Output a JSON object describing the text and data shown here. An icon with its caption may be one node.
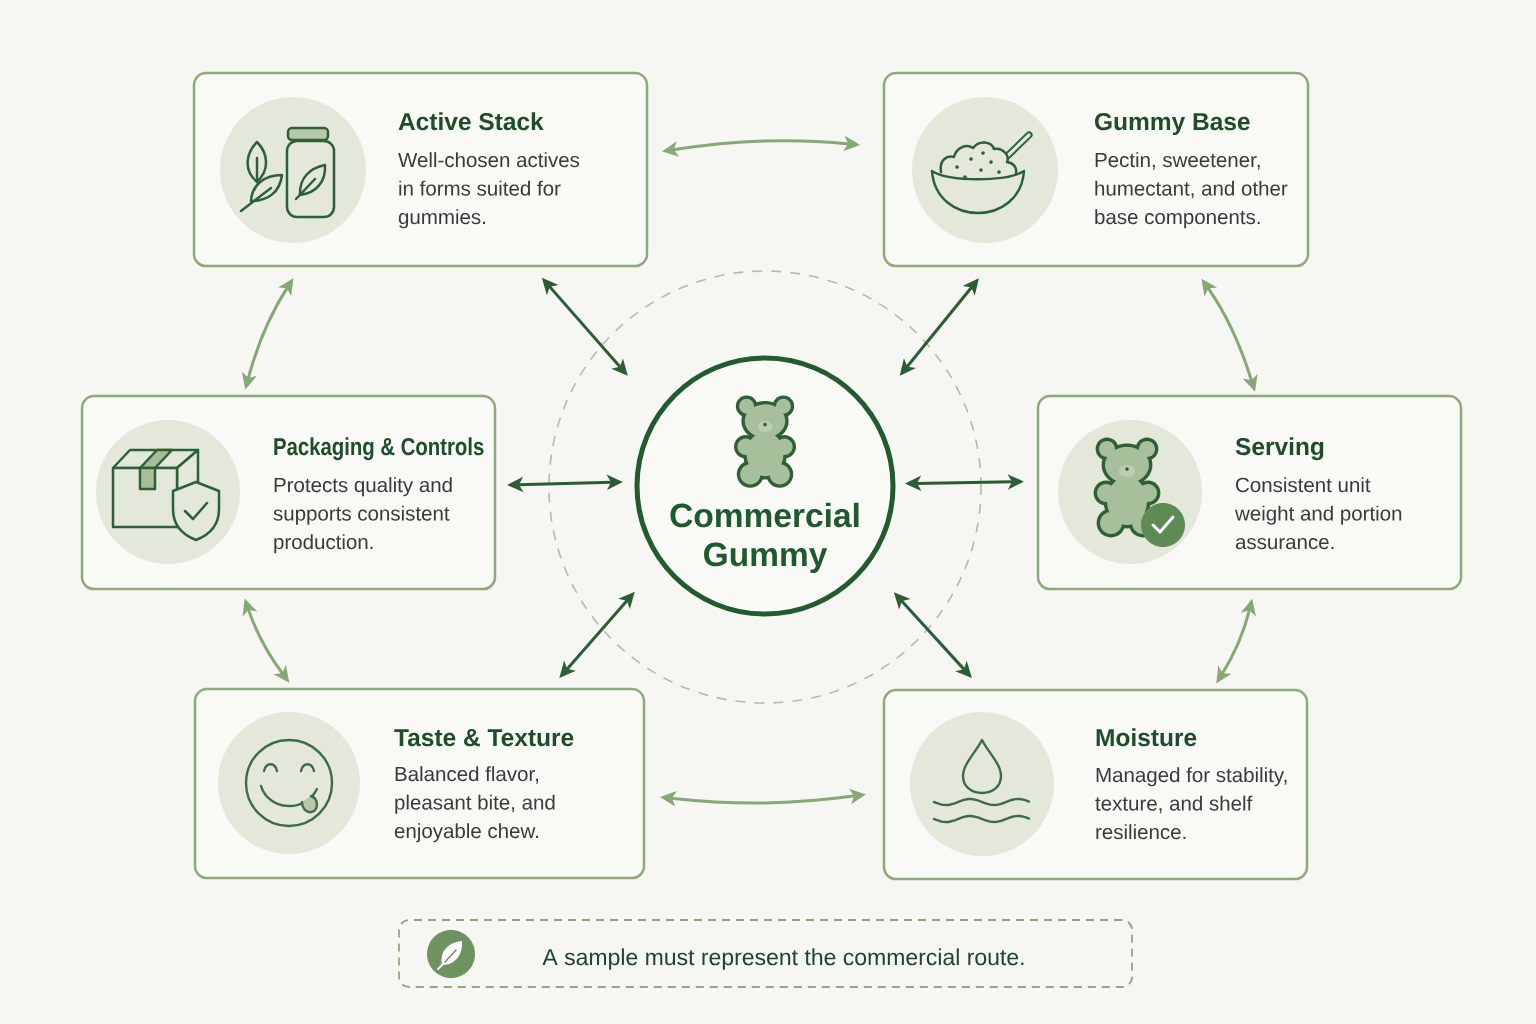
{
  "diagram": {
    "nodes": [
      {
        "text": [
          "Active Stack",
          "Well-chosen actives in forms suited for gummies."
        ]
      },
      {
        "text": [
          "Gummy Base",
          "Pectin, sweetener, humectant, and other base components."
        ]
      },
      {
        "text": [
          "Packaging & Controls",
          "Protects quality and supports consistent production."
        ]
      },
      {
        "text": [
          "Commercial Gummy"
        ]
      },
      {
        "text": [
          "Serving",
          "Consistent unit weight and portion assurance."
        ]
      },
      {
        "text": [
          "Taste & Texture",
          "Balanced flavor, pleasant bite, and enjoyable chew."
        ]
      },
      {
        "text": [
          "Moisture",
          "Managed for stability, texture, and shelf resilience."
        ]
      },
      {
        "text": [
          "A sample must represent the commercial route."
        ]
      }
    ],
    "edges": [
      {
        "from": 0,
        "to": 1,
        "arrow": "both",
        "color": "#88a776"
      },
      {
        "from": 1,
        "to": 4,
        "arrow": "both",
        "color": "#88a776"
      },
      {
        "from": 4,
        "to": 6,
        "arrow": "both",
        "color": "#88a776"
      },
      {
        "from": 6,
        "to": 5,
        "arrow": "both",
        "color": "#88a776"
      },
      {
        "from": 5,
        "to": 2,
        "arrow": "both",
        "color": "#88a776"
      },
      {
        "from": 2,
        "to": 0,
        "arrow": "both",
        "color": "#88a776"
      },
      {
        "from": 3,
        "to": 0,
        "arrow": "both",
        "color": "#2d5d35"
      },
      {
        "from": 3,
        "to": 1,
        "arrow": "both",
        "color": "#2d5d35"
      },
      {
        "from": 3,
        "to": 2,
        "arrow": "both",
        "color": "#2d5d35"
      },
      {
        "from": 3,
        "to": 4,
        "arrow": "both",
        "color": "#2d5d35"
      },
      {
        "from": 3,
        "to": 5,
        "arrow": "both",
        "color": "#2d5d35"
      },
      {
        "from": 3,
        "to": 6,
        "arrow": "both",
        "color": "#2d5d35"
      }
    ]
  }
}
